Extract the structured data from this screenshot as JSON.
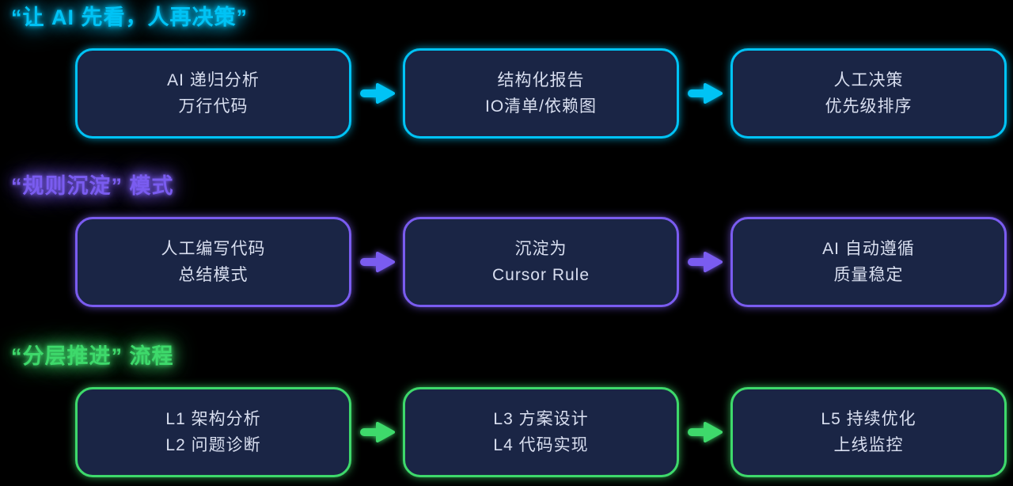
{
  "background": "#000000",
  "box": {
    "fill": "#1A2545",
    "text_color": "#D9DFF0"
  },
  "sections": [
    {
      "id": "ai-first",
      "title": "“让 AI 先看，人再决策”",
      "accent": "#00C3F5",
      "boxes": [
        {
          "line1": "AI 递归分析",
          "line2": "万行代码"
        },
        {
          "line1": "结构化报告",
          "line2": "IO清单/依赖图"
        },
        {
          "line1": "人工决策",
          "line2": "优先级排序"
        }
      ]
    },
    {
      "id": "rule-deposition",
      "title": "“规则沉淀” 模式",
      "accent": "#7A5CF0",
      "boxes": [
        {
          "line1": "人工编写代码",
          "line2": "总结模式"
        },
        {
          "line1": "沉淀为",
          "line2": "Cursor Rule"
        },
        {
          "line1": "AI 自动遵循",
          "line2": "质量稳定"
        }
      ]
    },
    {
      "id": "layered-process",
      "title": "“分层推进” 流程",
      "accent": "#3ED96B",
      "boxes": [
        {
          "line1": "L1 架构分析",
          "line2": "L2 问题诊断"
        },
        {
          "line1": "L3 方案设计",
          "line2": "L4 代码实现"
        },
        {
          "line1": "L5 持续优化",
          "line2": "上线监控"
        }
      ]
    }
  ]
}
